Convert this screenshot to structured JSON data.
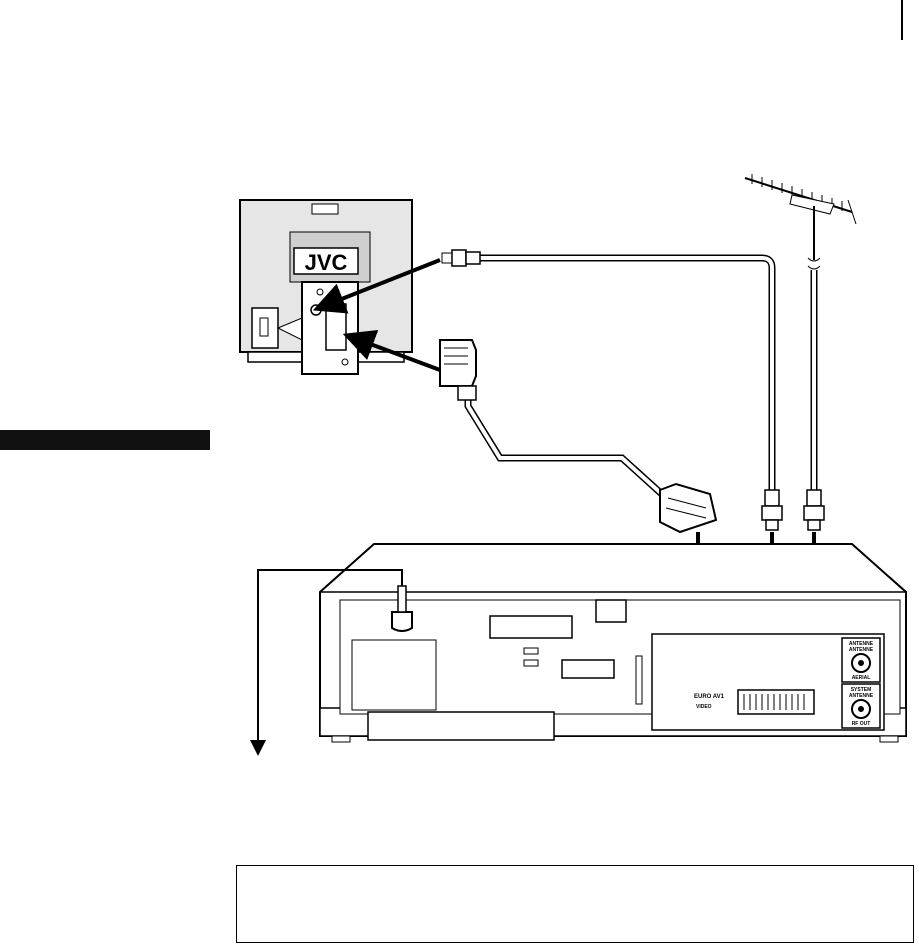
{
  "tv": {
    "brand": "JVC"
  },
  "vcr": {
    "jack_scart": "EURO AV1",
    "jack_scart_sub": "VIDEO",
    "jack_antenna_in_top": "ANTENNE",
    "jack_antenna_in_mid": "ANTENNE",
    "jack_antenna_in_bottom": "AERIAL",
    "jack_rf_out_top": "SYSTEM",
    "jack_rf_out_mid": "ANTENNE",
    "jack_rf_out_bottom": "RF OUT"
  },
  "colors": {
    "ink": "#000000",
    "panel": "#ffffff",
    "screen_gray": "#e6e6e6",
    "dark_band": "#111111"
  },
  "icons": [
    "arrow-icon",
    "antenna-icon",
    "scart-plug-icon",
    "coax-plug-icon"
  ]
}
